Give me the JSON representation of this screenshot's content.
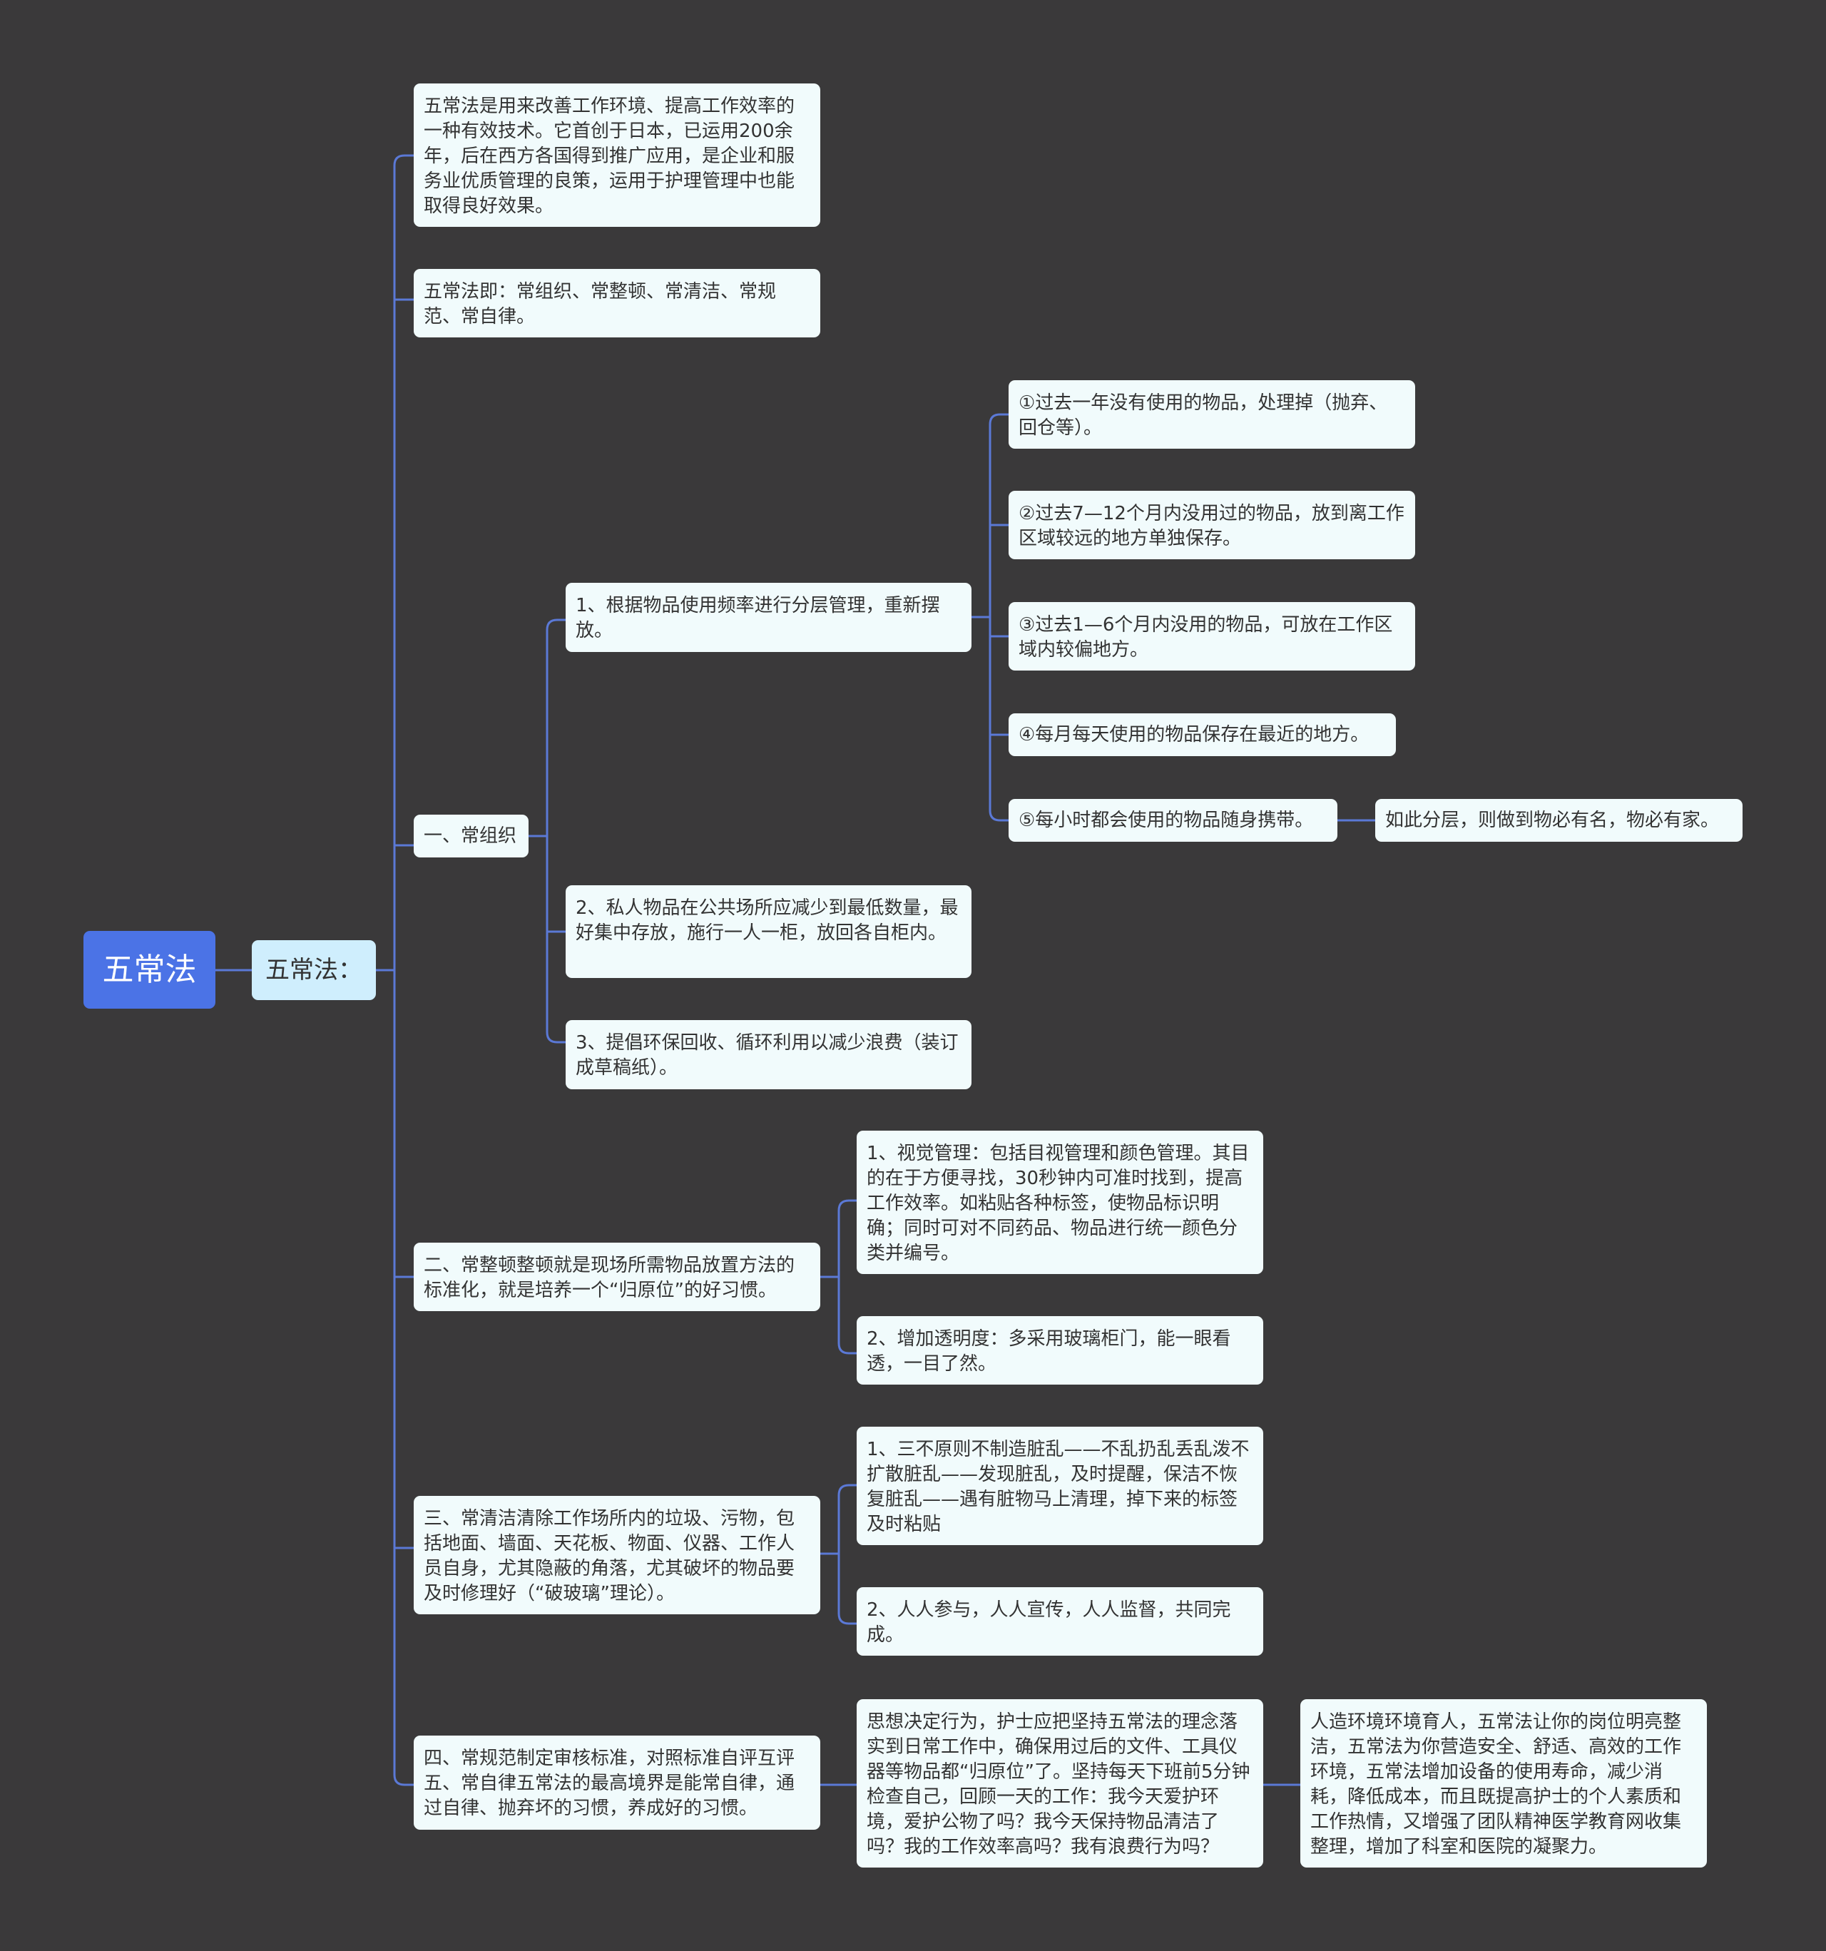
{
  "root": {
    "label": "五常法"
  },
  "main": {
    "label": "五常法："
  },
  "branches": {
    "intro": "五常法是用来改善工作环境、提高工作效率的一种有效技术。它首创于日本，已运用200余年，后在西方各国得到推广应用，是企业和服务业优质管理的良策，运用于护理管理中也能取得良好效果。",
    "definition": "五常法即：常组织、常整顿、常清洁、常规范、常自律。",
    "organize": {
      "label": "一、常组织",
      "item1": {
        "label": "1、根据物品使用频率进行分层管理，重新摆放。",
        "children": [
          "①过去一年没有使用的物品，处理掉（抛弃、回仓等）。",
          "②过去7—12个月内没用过的物品，放到离工作区域较远的地方单独保存。",
          "③过去1—6个月内没用的物品，可放在工作区域内较偏地方。",
          "④每月每天使用的物品保存在最近的地方。",
          "⑤每小时都会使用的物品随身携带。"
        ],
        "note": "如此分层，则做到物必有名，物必有家。"
      },
      "item2": "2、私人物品在公共场所应减少到最低数量，最好集中存放，施行一人一柜，放回各自柜内。",
      "item3": "3、提倡环保回收、循环利用以减少浪费（装订成草稿纸）。"
    },
    "arrange": {
      "label": "二、常整顿整顿就是现场所需物品放置方法的标准化，就是培养一个“归原位”的好习惯。",
      "children": [
        "1、视觉管理：包括目视管理和颜色管理。其目的在于方便寻找，30秒钟内可准时找到，提高工作效率。如粘贴各种标签，使物品标识明确；同时可对不同药品、物品进行统一颜色分类并编号。",
        "2、增加透明度：多采用玻璃柜门，能一眼看透，一目了然。"
      ]
    },
    "clean": {
      "label": "三、常清洁清除工作场所内的垃圾、污物，包括地面、墙面、天花板、物面、仪器、工作人员自身，尤其隐蔽的角落，尤其破坏的物品要及时修理好（“破玻璃”理论）。",
      "children": [
        "1、三不原则不制造脏乱——不乱扔乱丢乱泼不扩散脏乱——发现脏乱，及时提醒，保洁不恢复脏乱——遇有脏物马上清理，掉下来的标签及时粘贴",
        "2、人人参与，人人宣传，人人监督，共同完成。"
      ]
    },
    "standard": {
      "label": "四、常规范制定审核标准，对照标准自评互评五、常自律五常法的最高境界是能常自律，通过自律、抛弃坏的习惯，养成好的习惯。",
      "thought": "思想决定行为，护士应把坚持五常法的理念落实到日常工作中，确保用过后的文件、工具仪器等物品都“归原位”了。坚持每天下班前5分钟检查自己，回顾一天的工作：我今天爱护环境，爱护公物了吗？我今天保持物品清洁了吗？我的工作效率高吗？我有浪费行为吗？",
      "result": "人造环境环境育人，五常法让你的岗位明亮整洁，五常法为你营造安全、舒适、高效的工作环境，五常法增加设备的使用寿命，减少消耗，降低成本，而且既提高护士的个人素质和工作热情，又增强了团队精神医学教育网收集整理，增加了科室和医院的凝聚力。"
    }
  },
  "colors": {
    "background": "#3a393a",
    "line": "#5b79d6",
    "root": "#4b73e6",
    "main": "#cfeefd",
    "node": "#f1fbfc"
  }
}
